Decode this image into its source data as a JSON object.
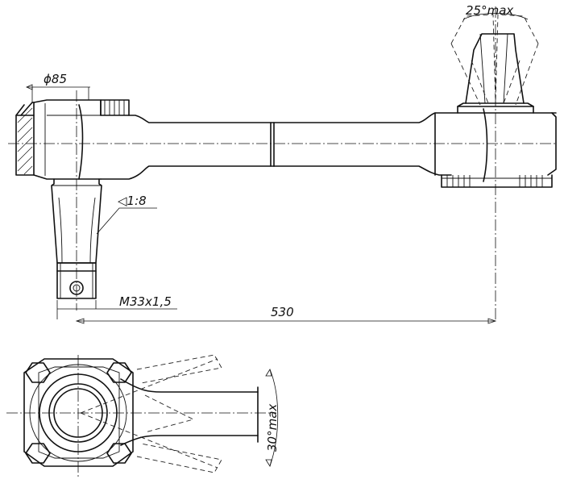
{
  "annotations": {
    "angle_top": "25°max",
    "diameter": "ϕ85",
    "taper": "◁1:8",
    "thread": "M33x1,5",
    "length": "530",
    "angle_side": "30°max"
  }
}
